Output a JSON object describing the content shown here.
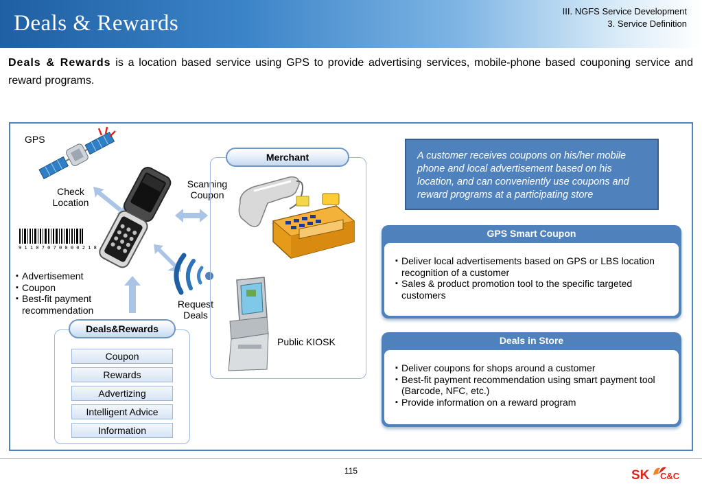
{
  "header": {
    "title": "Deals & Rewards",
    "section_line1": "III. NGFS Service Development",
    "section_line2": "3. Service Definition"
  },
  "intro": {
    "bold": "Deals & Rewards",
    "text": " is a location based service using GPS to provide advertising services, mobile-phone based couponing service and reward programs."
  },
  "diagram": {
    "gps_label": "GPS",
    "check_location_line1": "Check",
    "check_location_line2": "Location",
    "scanning_line1": "Scanning",
    "scanning_line2": "Coupon",
    "request_line1": "Request",
    "request_line2": "Deals",
    "barcode_number": "9 1 1 0 7 0 7 0 0 0 0 2 1 8",
    "phone_items": [
      "Advertisement",
      "Coupon",
      "Best-fit payment recommendation"
    ],
    "merchant_title": "Merchant",
    "kiosk_label": "Public KIOSK",
    "deals_title": "Deals&Rewards",
    "deals_menu": [
      "Coupon",
      "Rewards",
      "Advertizing",
      "Intelligent Advice",
      "Information"
    ]
  },
  "quote": "A customer receives coupons on his/her mobile phone and local advertisement based on his location, and can conveniently use coupons and reward programs at a participating store",
  "gps_coupon": {
    "title": "GPS Smart Coupon",
    "items": [
      "Deliver local advertisements based on GPS or LBS location recognition of a customer",
      "Sales & product promotion tool to the specific targeted customers"
    ]
  },
  "deals_store": {
    "title": "Deals in Store",
    "items": [
      "Deliver coupons for shops around a customer",
      "Best-fit payment recommendation using smart payment tool (Barcode, NFC, etc.)",
      "Provide information on a reward program"
    ]
  },
  "footer": {
    "page": "115",
    "logo_sk": "SK",
    "logo_cc": "C&C"
  },
  "colors": {
    "accent": "#4f81bd",
    "header_dark": "#1f5fa3",
    "logo_red": "#e2231a",
    "logo_orange": "#f58220"
  },
  "icons": [
    "satellite-icon",
    "flip-phone-icon",
    "barcode-icon",
    "wireless-signal-icon",
    "barcode-scanner-icon",
    "cash-register-icon",
    "kiosk-icon"
  ]
}
